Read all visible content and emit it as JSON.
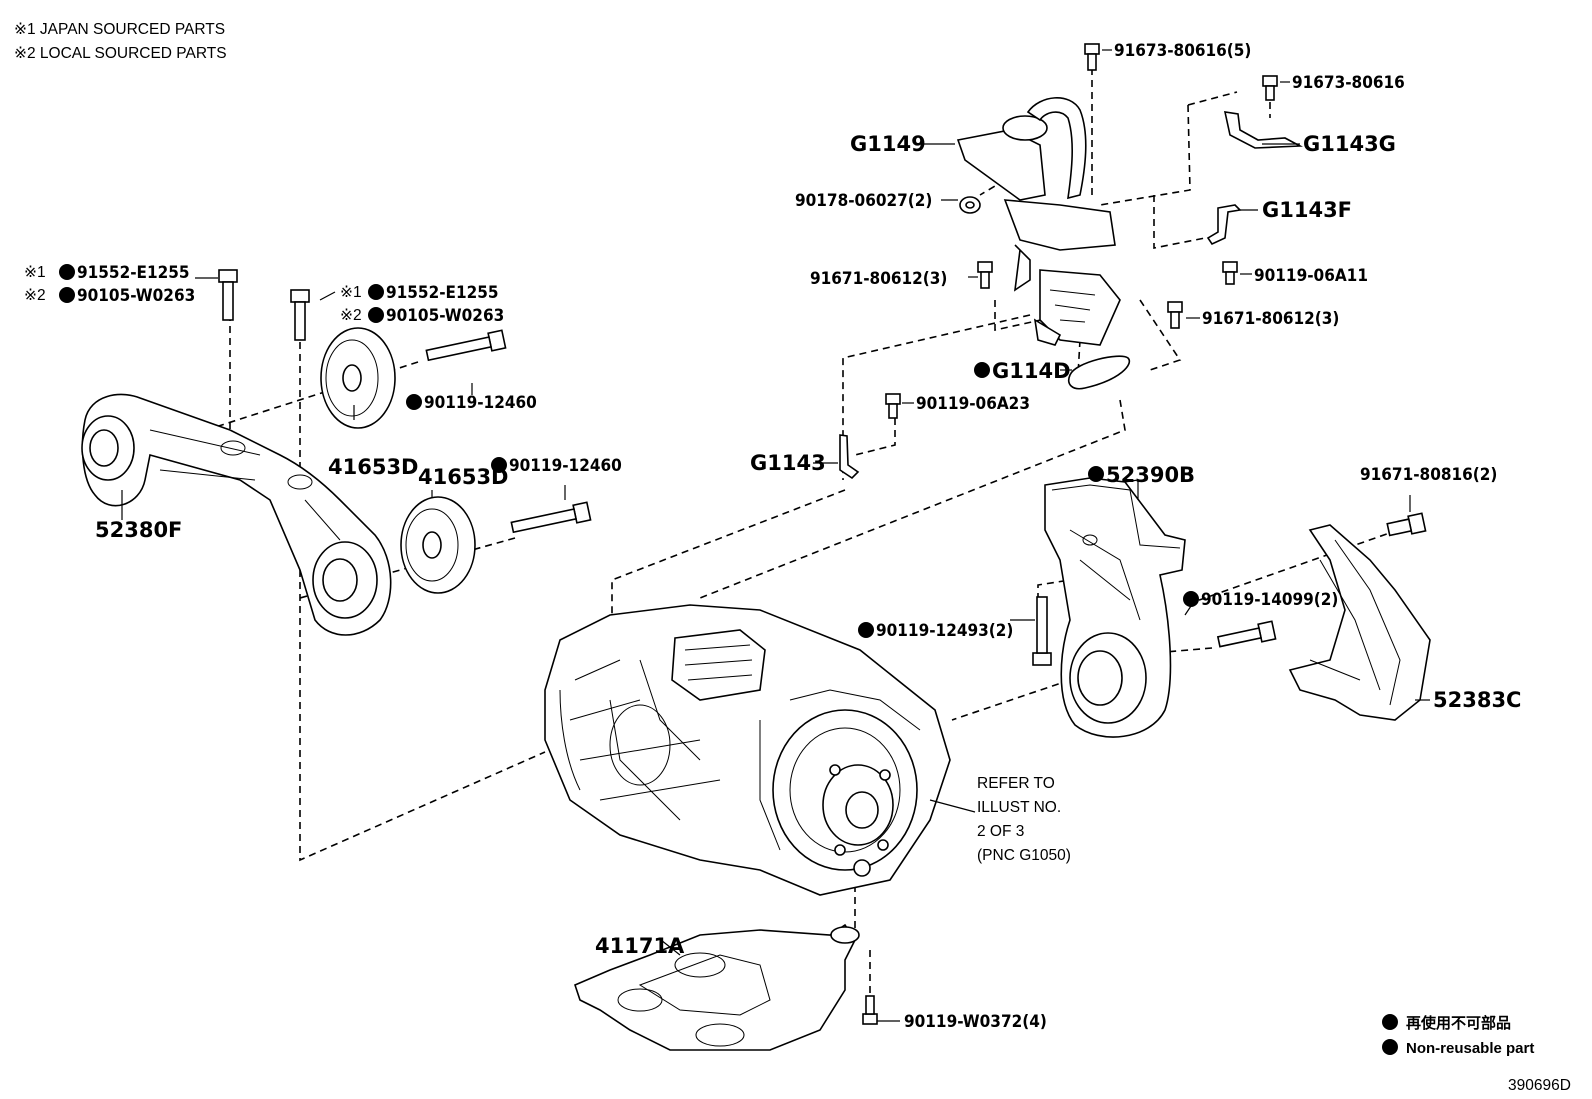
{
  "notes": {
    "note1": "※1 JAPAN SOURCED PARTS",
    "note2": "※2 LOCAL SOURCED PARTS"
  },
  "labels": {
    "p91673_80616_5": "91673-80616(5)",
    "p91673_80616": "91673-80616",
    "G1143G": "G1143G",
    "G1149": "G1149",
    "p90178_06027_2": "90178-06027(2)",
    "G1143F": "G1143F",
    "p90119_06A11": "90119-06A11",
    "p91671_80612_3_left": "91671-80612(3)",
    "p91671_80612_3_right": "91671-80612(3)",
    "G114D": "G114D",
    "p90119_06A23": "90119-06A23",
    "G1143": "G1143",
    "p52390B": "52390B",
    "p91671_80816_2": "91671-80816(2)",
    "p90119_14099_2": "90119-14099(2)",
    "p90119_12493_2": "90119-12493(2)",
    "p52383C": "52383C",
    "p41171A": "41171A",
    "p90119_W0372_4": "90119-W0372(4)",
    "left_a1": "91552-E1255",
    "left_a2": "90105-W0263",
    "left_b1": "91552-E1255",
    "left_b2": "90105-W0263",
    "mark1": "※1",
    "mark2": "※2",
    "p90119_12460_a": "90119-12460",
    "p90119_12460_b": "90119-12460",
    "p41653D_a": "41653D",
    "p41653D_b": "41653D",
    "p52380F": "52380F"
  },
  "refer": {
    "line1": "REFER TO",
    "line2": "ILLUST NO.",
    "line3": "2 OF 3",
    "line4": "(PNC G1050)"
  },
  "legend": {
    "jp": "再使用不可部品",
    "en": "Non-reusable part"
  },
  "figure_id": "390696D"
}
